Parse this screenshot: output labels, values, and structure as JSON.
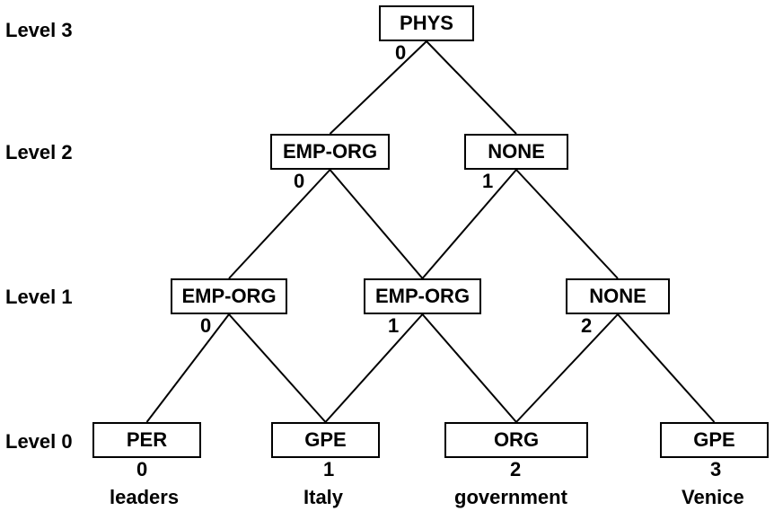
{
  "levels": {
    "l3": "Level 3",
    "l2": "Level 2",
    "l1": "Level 1",
    "l0": "Level 0"
  },
  "nodes": {
    "l3_0": {
      "label": "PHYS",
      "index": "0"
    },
    "l2_0": {
      "label": "EMP-ORG",
      "index": "0"
    },
    "l2_1": {
      "label": "NONE",
      "index": "1"
    },
    "l1_0": {
      "label": "EMP-ORG",
      "index": "0"
    },
    "l1_1": {
      "label": "EMP-ORG",
      "index": "1"
    },
    "l1_2": {
      "label": "NONE",
      "index": "2"
    },
    "l0_0": {
      "label": "PER",
      "index": "0",
      "word": "leaders"
    },
    "l0_1": {
      "label": "GPE",
      "index": "1",
      "word": "Italy"
    },
    "l0_2": {
      "label": "ORG",
      "index": "2",
      "word": "government"
    },
    "l0_3": {
      "label": "GPE",
      "index": "3",
      "word": "Venice"
    }
  },
  "edges": [
    [
      "l3_0",
      "l2_0"
    ],
    [
      "l3_0",
      "l2_1"
    ],
    [
      "l2_0",
      "l1_0"
    ],
    [
      "l2_0",
      "l1_1"
    ],
    [
      "l2_1",
      "l1_1"
    ],
    [
      "l2_1",
      "l1_2"
    ],
    [
      "l1_0",
      "l0_0"
    ],
    [
      "l1_0",
      "l0_1"
    ],
    [
      "l1_1",
      "l0_1"
    ],
    [
      "l1_1",
      "l0_2"
    ],
    [
      "l1_2",
      "l0_2"
    ],
    [
      "l1_2",
      "l0_3"
    ]
  ],
  "colors": {
    "stroke": "#000000",
    "background": "#ffffff"
  }
}
